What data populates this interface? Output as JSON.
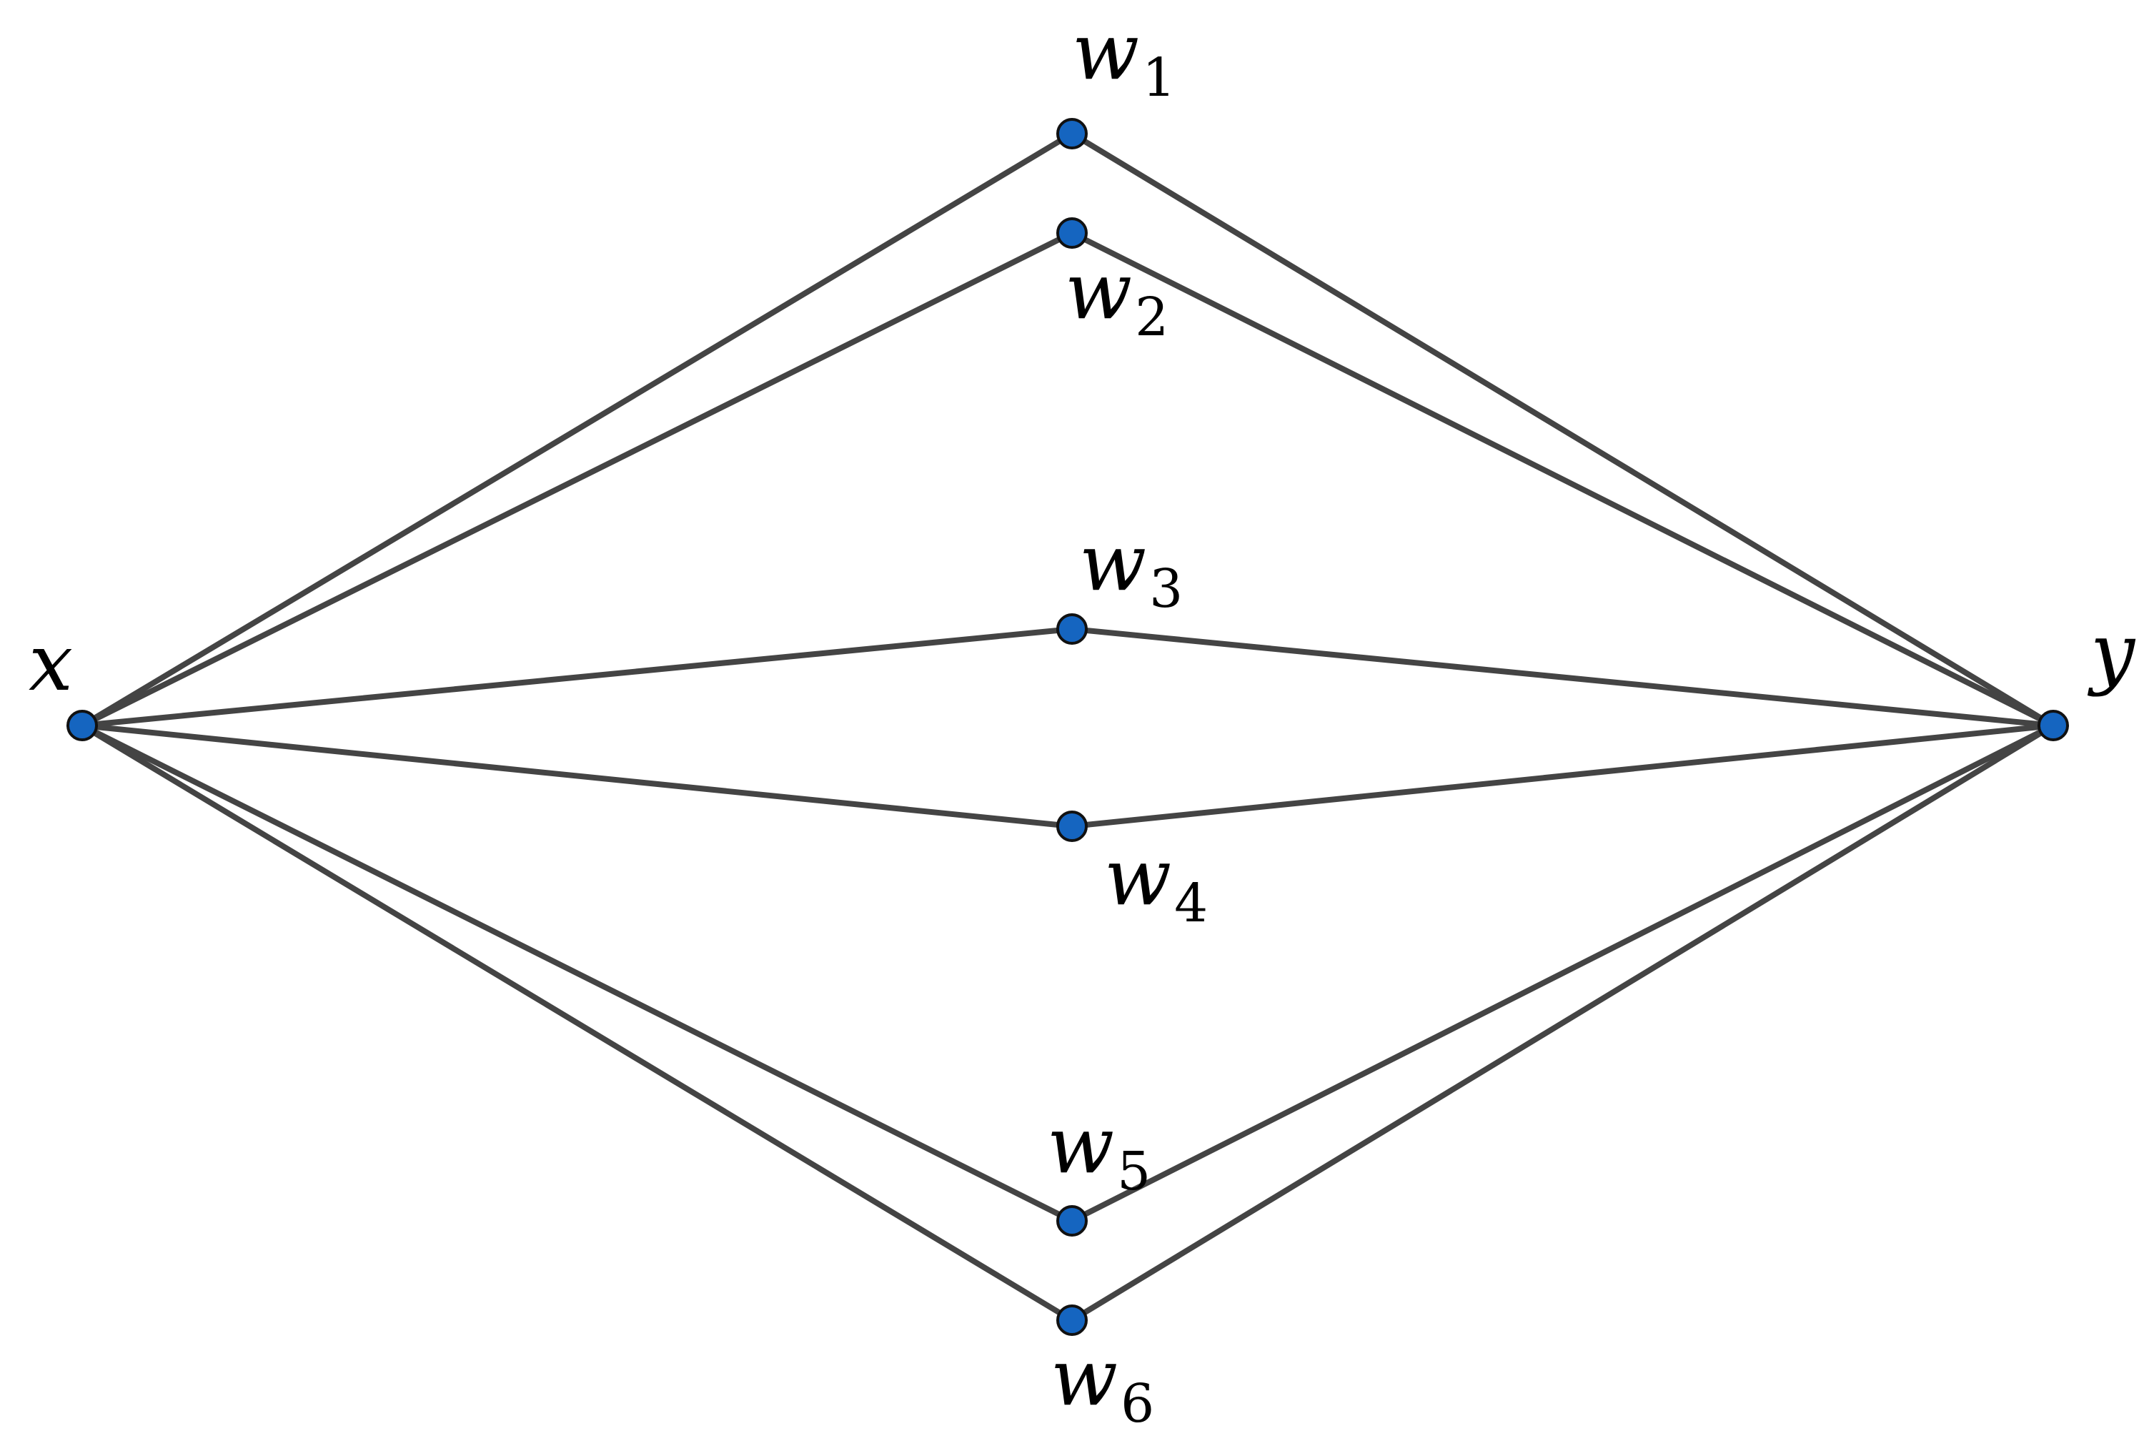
{
  "diagram": {
    "type": "graph",
    "node_color": "#1565C0",
    "edge_color": "#444444",
    "nodes": [
      {
        "id": "x",
        "base": "x",
        "sub": ""
      },
      {
        "id": "y",
        "base": "y",
        "sub": ""
      },
      {
        "id": "w1",
        "base": "w",
        "sub": "1"
      },
      {
        "id": "w2",
        "base": "w",
        "sub": "2"
      },
      {
        "id": "w3",
        "base": "w",
        "sub": "3"
      },
      {
        "id": "w4",
        "base": "w",
        "sub": "4"
      },
      {
        "id": "w5",
        "base": "w",
        "sub": "5"
      },
      {
        "id": "w6",
        "base": "w",
        "sub": "6"
      }
    ],
    "edges": [
      [
        "x",
        "w1"
      ],
      [
        "w1",
        "y"
      ],
      [
        "x",
        "w2"
      ],
      [
        "w2",
        "y"
      ],
      [
        "x",
        "w3"
      ],
      [
        "w3",
        "y"
      ],
      [
        "x",
        "w4"
      ],
      [
        "w4",
        "y"
      ],
      [
        "x",
        "w5"
      ],
      [
        "w5",
        "y"
      ],
      [
        "x",
        "w6"
      ],
      [
        "w6",
        "y"
      ]
    ]
  }
}
